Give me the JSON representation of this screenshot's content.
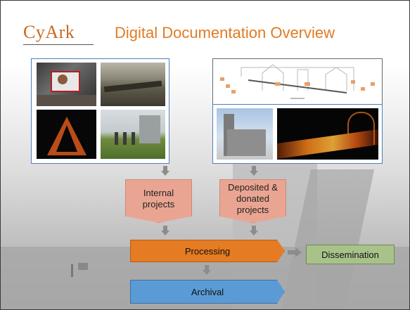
{
  "slide": {
    "logo": "CyArk",
    "title": "Digital Documentation Overview"
  },
  "flow": {
    "internal_projects": "Internal\nprojects",
    "deposited_projects": "Deposited &\ndonated\nprojects",
    "processing": "Processing",
    "dissemination": "Dissemination",
    "archival": "Archival"
  },
  "colors": {
    "title_orange": "#e07b24",
    "panel_border_blue": "#4a7fbf",
    "source_pink": "#eaa592",
    "processing_orange": "#e57b23",
    "dissemination_green": "#a8c28a",
    "archival_blue": "#5b9bd5",
    "arrow_gray": "#8c8c8c"
  },
  "icons": {
    "flow_arrows": "down-arrow-icon",
    "side_arrow": "right-arrow-icon"
  }
}
